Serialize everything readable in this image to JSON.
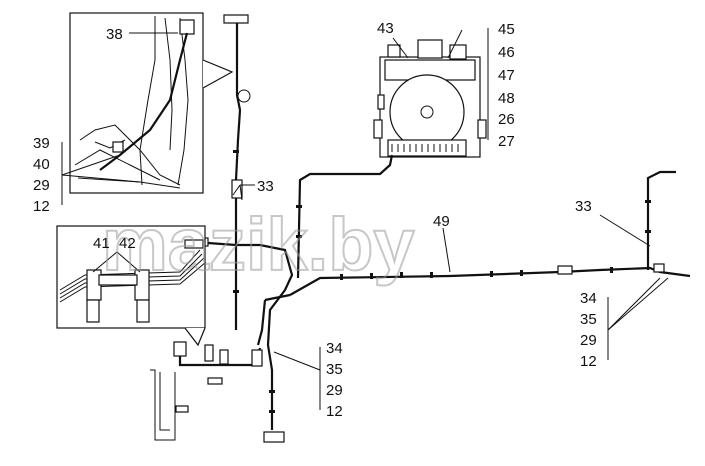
{
  "watermark": "mazik.by",
  "callouts": {
    "c38": "38",
    "c43": "43",
    "c49": "49",
    "c33a": "33",
    "c33b": "33",
    "c41": "41",
    "c42": "42"
  },
  "stacks": {
    "top_right": [
      "45",
      "46",
      "47",
      "48",
      "26",
      "27"
    ],
    "left_mid": [
      "39",
      "40",
      "29",
      "12"
    ],
    "right_low": [
      "34",
      "35",
      "29",
      "12"
    ],
    "center_low": [
      "34",
      "35",
      "29",
      "12"
    ]
  }
}
